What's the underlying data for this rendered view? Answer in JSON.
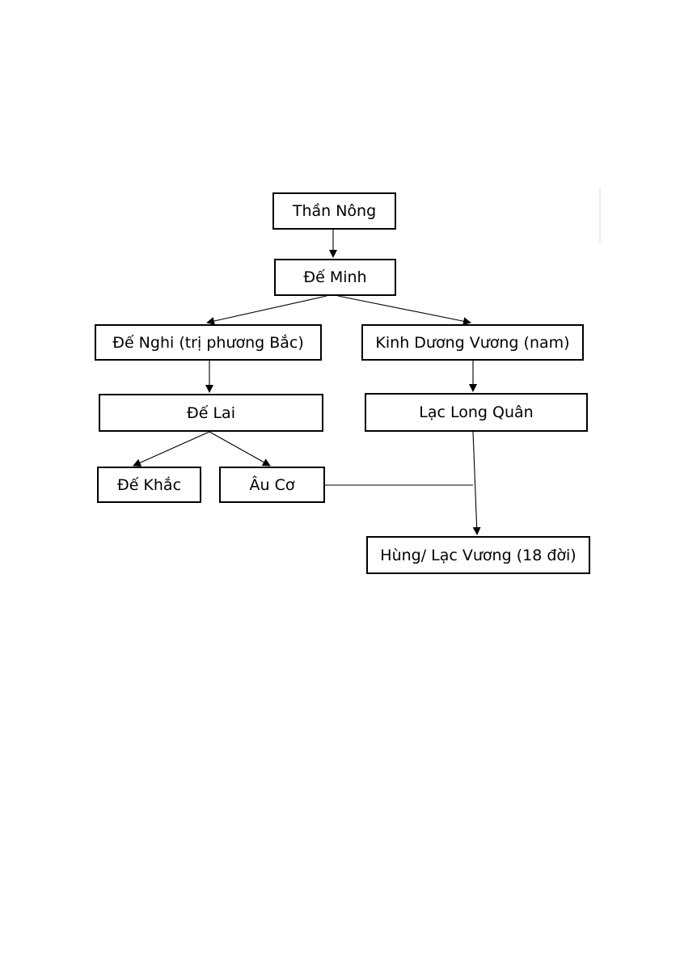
{
  "diagram": {
    "nodes": {
      "than_nong": "Thần Nông",
      "de_minh": "Đế Minh",
      "de_nghi": "Đế Nghi (trị phương Bắc)",
      "kinh_duong_vuong": "Kinh Dương Vương (nam)",
      "de_lai": "Đế Lai",
      "lac_long_quan": "Lạc Long Quân",
      "de_khac": "Đế Khắc",
      "au_co": "Âu Cơ",
      "hung_vuong": "Hùng/ Lạc Vương (18 đời)"
    },
    "colors": {
      "line": "#000000",
      "box_border": "#000000",
      "background": "#ffffff"
    }
  }
}
